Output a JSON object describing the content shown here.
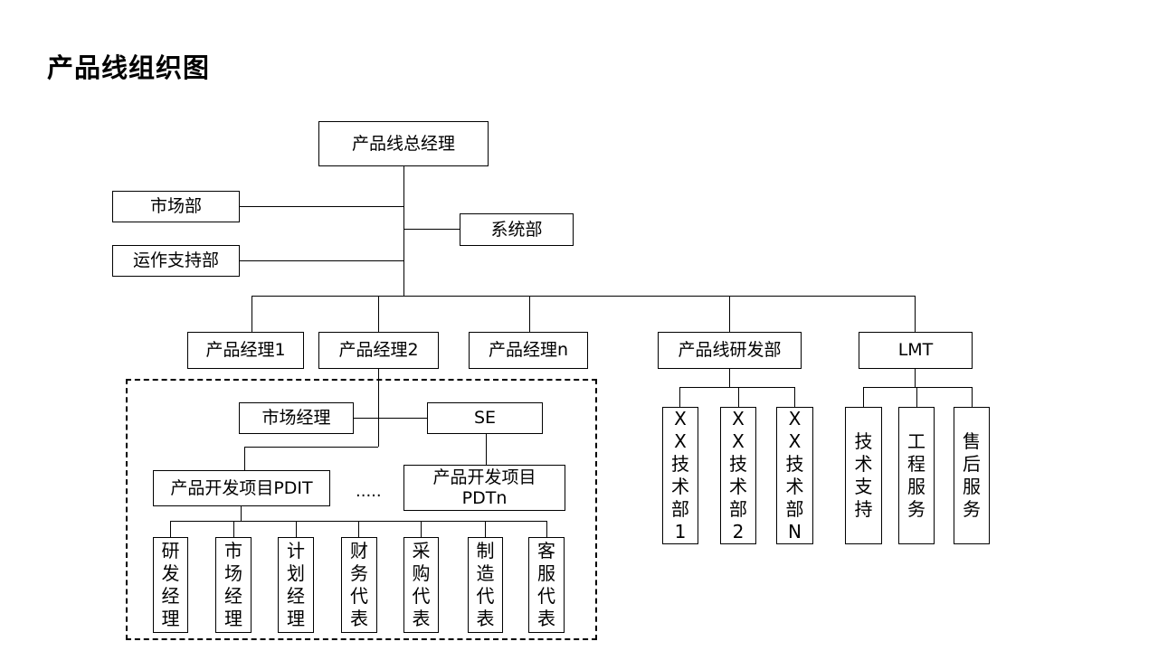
{
  "title": "产品线组织图",
  "top": {
    "gm": "产品线总经理"
  },
  "staff": {
    "market": "市场部",
    "ops": "运作支持部",
    "system": "系统部"
  },
  "level2": {
    "pm1": "产品经理1",
    "pm2": "产品经理2",
    "pmn": "产品经理n",
    "rd": "产品线研发部",
    "lmt": "LMT"
  },
  "pm2_group": {
    "market_mgr": "市场经理",
    "se": "SE",
    "pdt1": "产品开发项目PDIT",
    "ellipsis": ".....",
    "pdtn": "产品开发项目PDTn",
    "roles": [
      "研发经理",
      "市场经理",
      "计划经理",
      "财务代表",
      "采购代表",
      "制造代表",
      "客服代表"
    ]
  },
  "rd_depts": [
    "XX技术部1",
    "XX技术部2",
    "XX技术部N"
  ],
  "lmt_depts": [
    "技术支持",
    "工程服务",
    "售后服务"
  ]
}
